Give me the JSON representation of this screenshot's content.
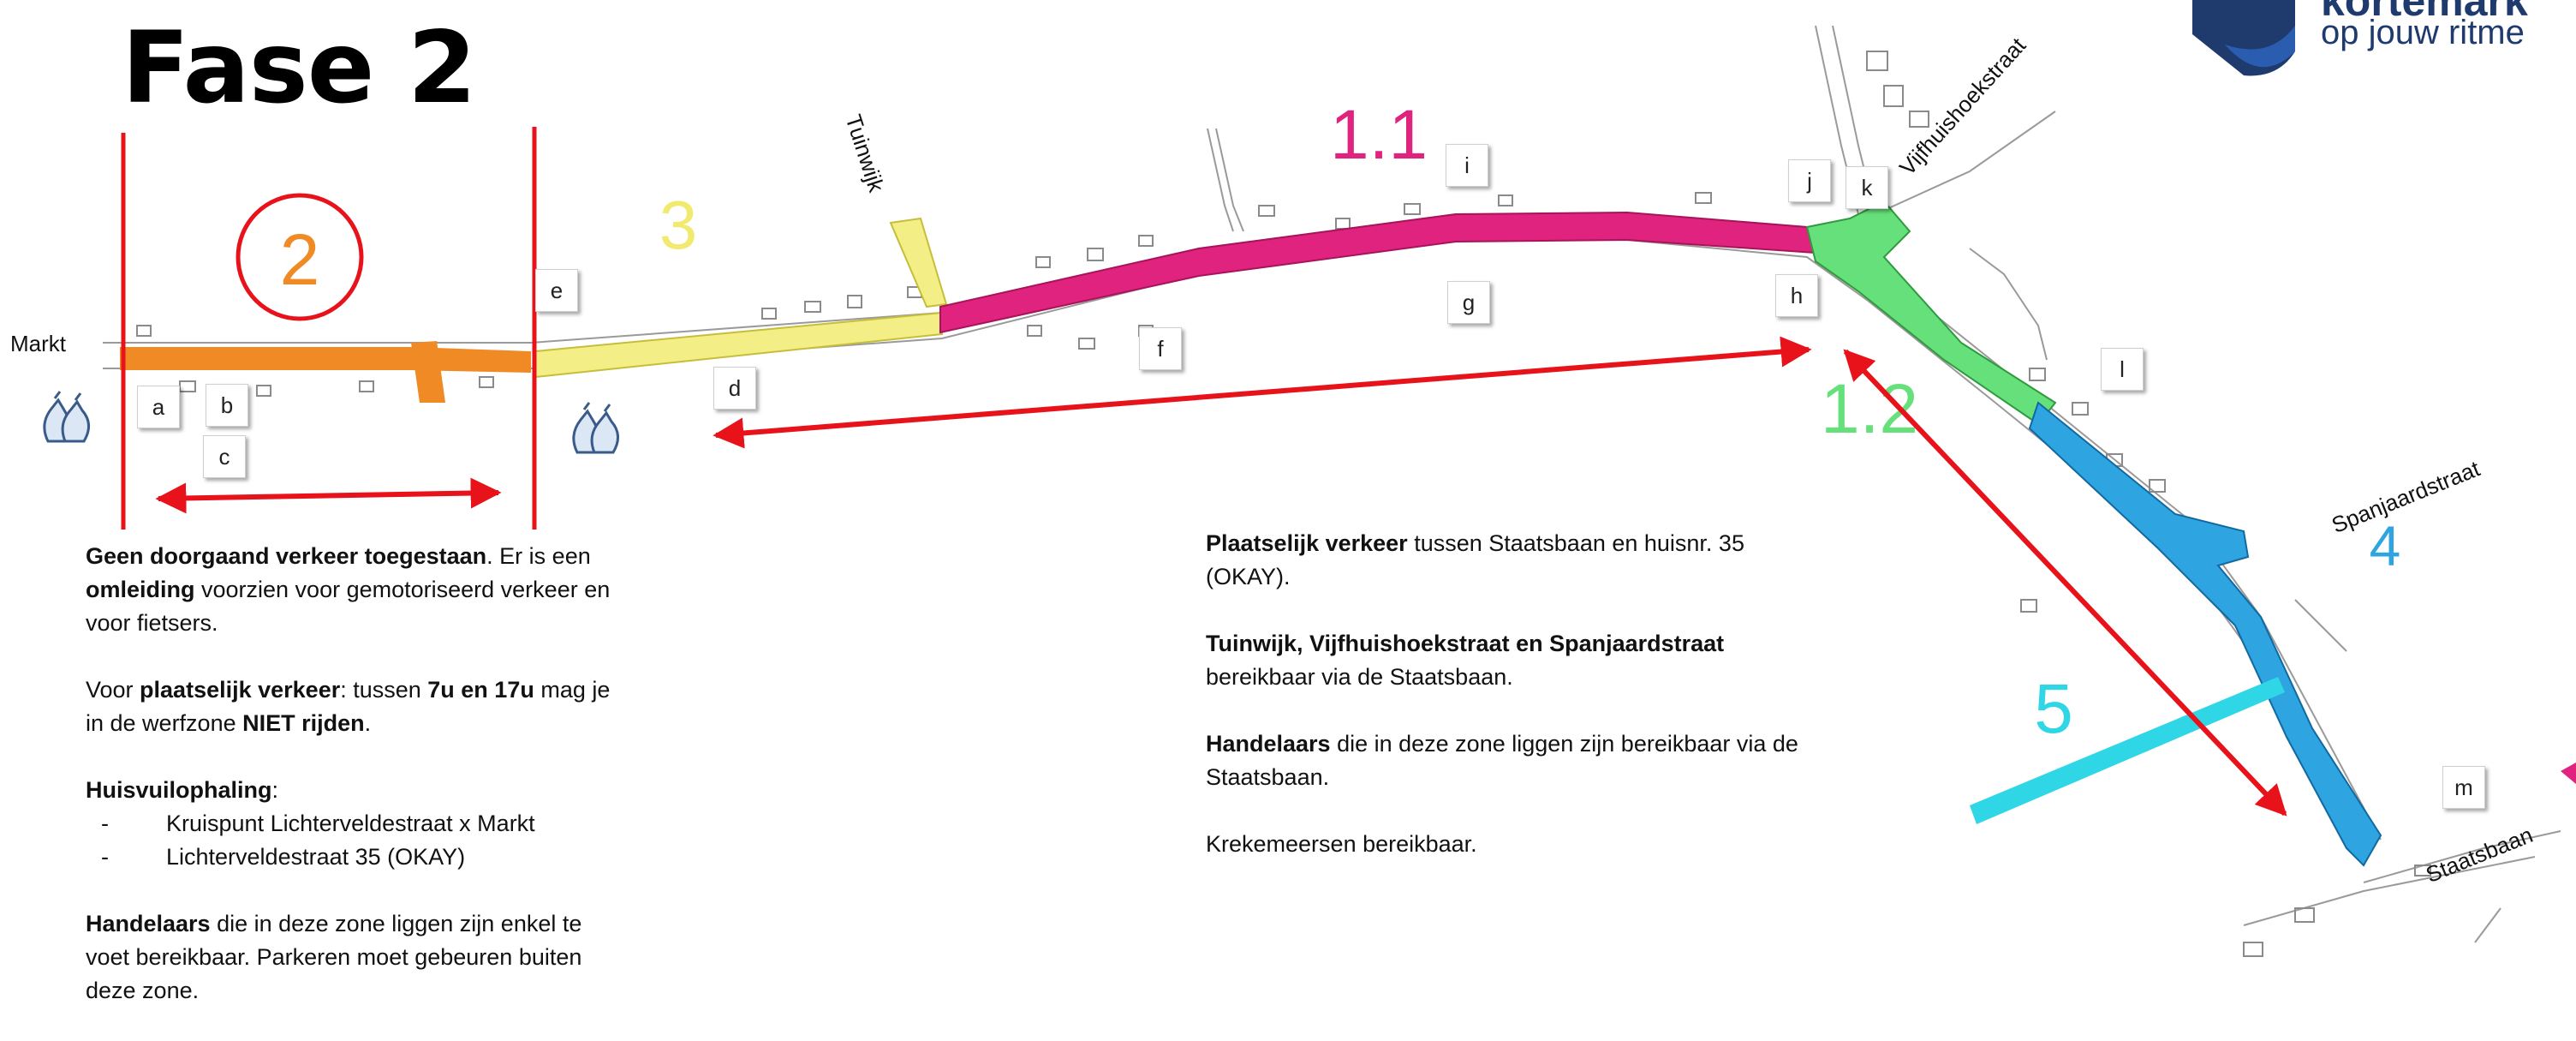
{
  "title": "Fase 2",
  "brand": {
    "name": "kortemark",
    "tagline": "op jouw ritme",
    "colors": [
      "#1f3b6e",
      "#2a5db0"
    ]
  },
  "zones": [
    {
      "label": "2",
      "color": "#f08a24"
    },
    {
      "label": "3",
      "color": "#f2ea6e"
    },
    {
      "label": "1.1",
      "color": "#e0237f"
    },
    {
      "label": "1.2",
      "color": "#66e07a"
    },
    {
      "label": "4",
      "color": "#2ea4e0"
    },
    {
      "label": "5",
      "color": "#2fd6e6"
    }
  ],
  "streets": [
    "Markt",
    "Tuinwijk",
    "Vijfhuishoekstraat",
    "Spanjaardstraat",
    "Staatsbaan"
  ],
  "markers": [
    "a",
    "b",
    "c",
    "d",
    "e",
    "f",
    "g",
    "h",
    "i",
    "j",
    "k",
    "l",
    "m"
  ],
  "icons": [
    "waste-bag-icon"
  ],
  "notes_left": {
    "p1": {
      "b1": "Geen doorgaand verkeer toegestaan",
      "t1": ". Er is een ",
      "b2": "omleiding",
      "t2": " voorzien voor gemotoriseerd verkeer en voor fietsers."
    },
    "p2": {
      "t1": "Voor ",
      "b1": "plaatselijk verkeer",
      "t2": ": tussen ",
      "b2": "7u en 17u",
      "t3": " mag je in de werfzone ",
      "b3": "NIET rijden",
      "t4": "."
    },
    "p3": {
      "b1": "Huisvuilophaling",
      "t1": ":"
    },
    "list": [
      "Kruispunt Lichterveldestraat x Markt",
      "Lichterveldestraat 35 (OKAY)"
    ],
    "p4": {
      "b1": "Handelaars",
      "t1": " die in deze zone liggen zijn enkel te voet bereikbaar. Parkeren moet gebeuren buiten deze zone."
    }
  },
  "notes_right": {
    "p1": {
      "b1": "Plaatselijk verkeer",
      "t1": " tussen Staatsbaan en huisnr. 35 (OKAY)."
    },
    "p2": {
      "b1": "Tuinwijk, Vijfhuishoekstraat en Spanjaardstraat",
      "t1": " bereikbaar via de Staatsbaan."
    },
    "p3": {
      "b1": "Handelaars",
      "t1": " die in deze zone liggen zijn bereikbaar via de Staatsbaan."
    },
    "p4": {
      "t1": "Krekemeersen bereikbaar."
    }
  }
}
